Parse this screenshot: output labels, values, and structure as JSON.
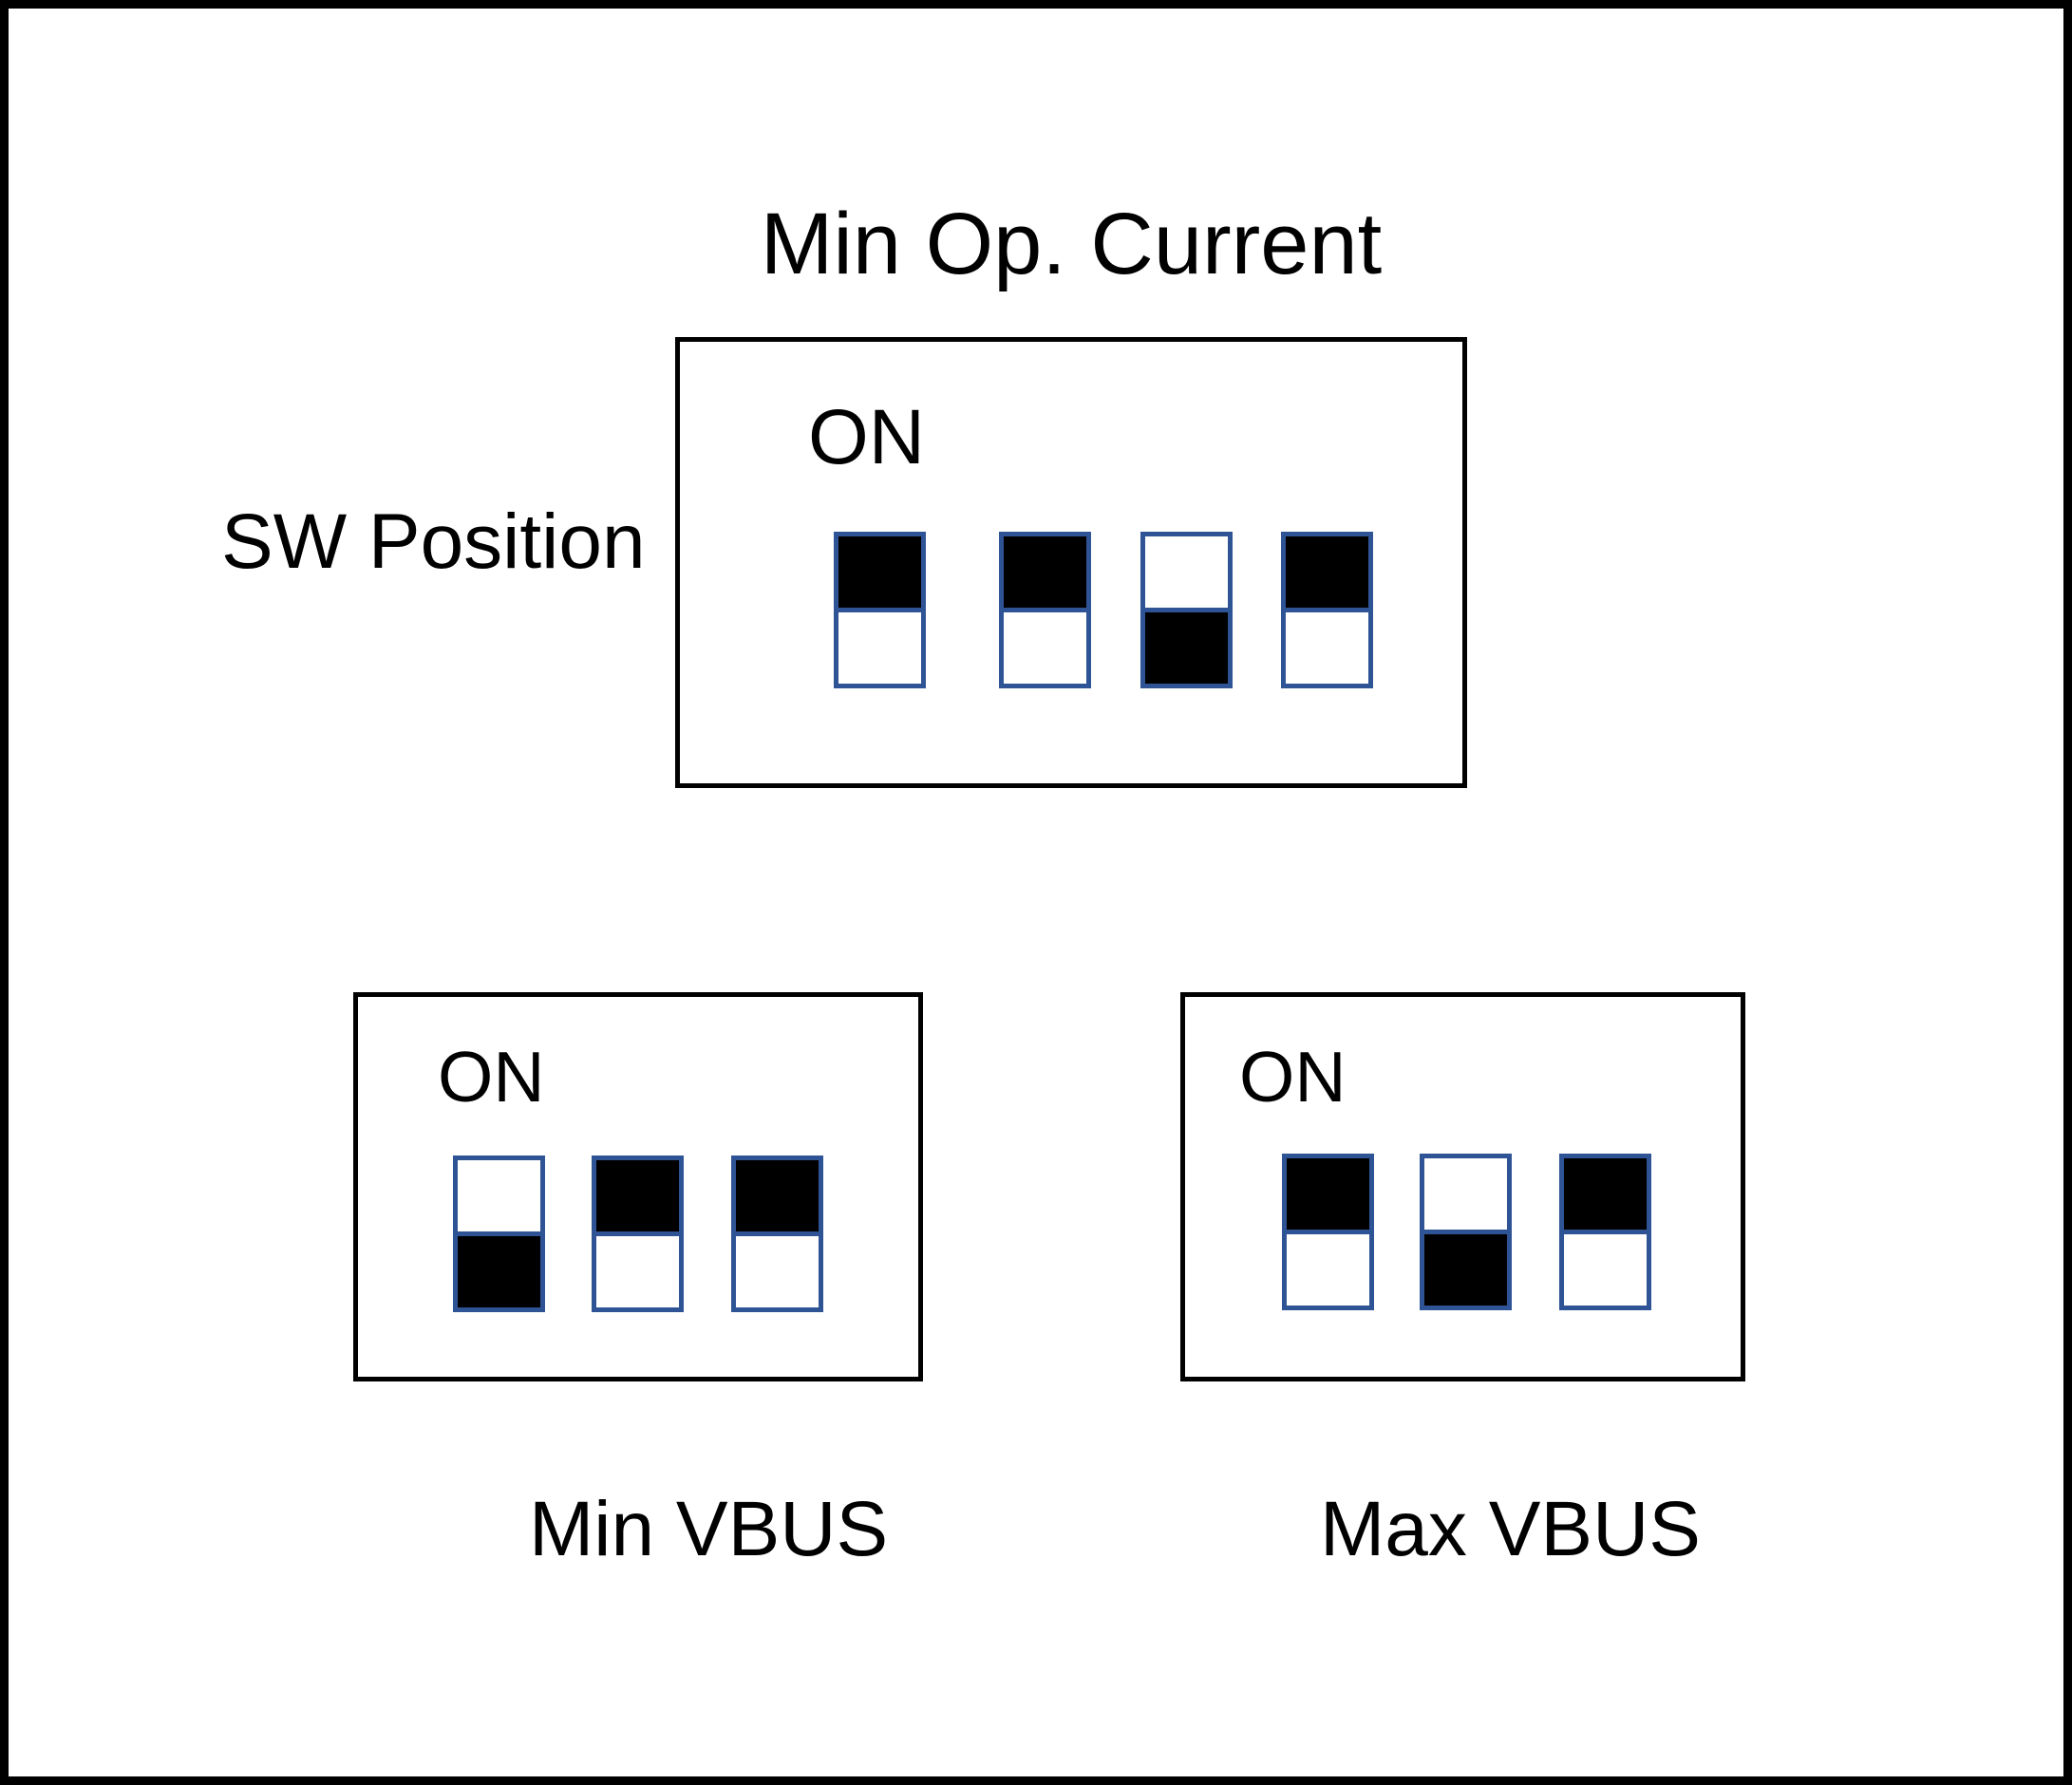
{
  "diagram": {
    "title": "Min Op. Current",
    "sw_position_label": "SW Position",
    "colors": {
      "background": "#FFFFFF",
      "box_border": "#000000",
      "switch_border": "#2F5496",
      "switch_on_fill": "#000000"
    },
    "panels": [
      {
        "id": "min-op-current",
        "label": "Min Op. Current",
        "label_position": "top",
        "on_label": "ON",
        "switches": [
          "on",
          "on",
          "off",
          "on"
        ]
      },
      {
        "id": "min-vbus",
        "label": "Min VBUS",
        "label_position": "bottom",
        "on_label": "ON",
        "switches": [
          "off",
          "on",
          "on"
        ]
      },
      {
        "id": "max-vbus",
        "label": "Max VBUS",
        "label_position": "bottom",
        "on_label": "ON",
        "switches": [
          "on",
          "off",
          "on"
        ]
      }
    ]
  }
}
